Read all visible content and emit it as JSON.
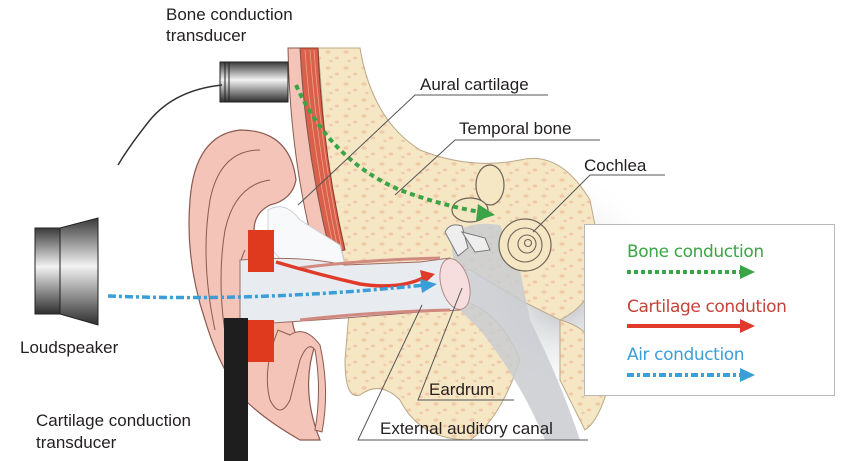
{
  "diagram": {
    "title": "Sound conduction pathways to the cochlea",
    "labels": {
      "bone_transducer_l1": "Bone conduction",
      "bone_transducer_l2": "transducer",
      "aural_cartilage": "Aural cartilage",
      "temporal_bone": "Temporal bone",
      "cochlea": "Cochlea",
      "loudspeaker": "Loudspeaker",
      "cartilage_transducer_l1": "Cartilage conduction",
      "cartilage_transducer_l2": "transducer",
      "eardrum": "Eardrum",
      "external_auditory_canal": "External auditory canal"
    },
    "legend": [
      {
        "label": "Bone conduction",
        "style": "dotted",
        "color": "#3aa546"
      },
      {
        "label": "Cartilage condution",
        "style": "solid",
        "color": "#e03a2a"
      },
      {
        "label": "Air conduction",
        "style": "dash-dot",
        "color": "#3a9fd8"
      }
    ],
    "colors": {
      "skin": "#f4c4b8",
      "skin_outline": "#8a5a50",
      "bone": "#f6e7c4",
      "bone_spots": "#f2c9a8",
      "muscle": "#d9604a",
      "canal_gray": "#c9cbd0",
      "transducer_red": "#e03a1e",
      "transducer_black": "#1e1e1e"
    }
  }
}
